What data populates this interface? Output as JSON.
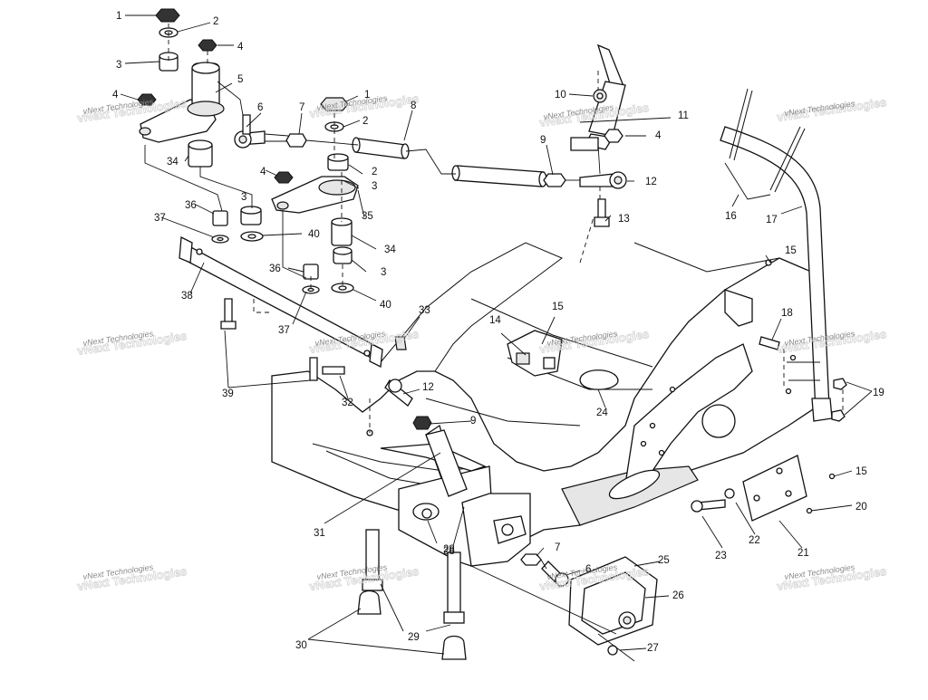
{
  "diagram": {
    "watermark": "vNext Technologies",
    "callouts": [
      "1",
      "2",
      "3",
      "4",
      "5",
      "6",
      "7",
      "8",
      "9",
      "10",
      "11",
      "12",
      "13",
      "14",
      "15",
      "16",
      "17",
      "18",
      "19",
      "20",
      "21",
      "22",
      "23",
      "24",
      "25",
      "26",
      "27",
      "28",
      "29",
      "30",
      "31",
      "32",
      "33",
      "34",
      "35",
      "36",
      "37",
      "38",
      "39",
      "40"
    ]
  }
}
